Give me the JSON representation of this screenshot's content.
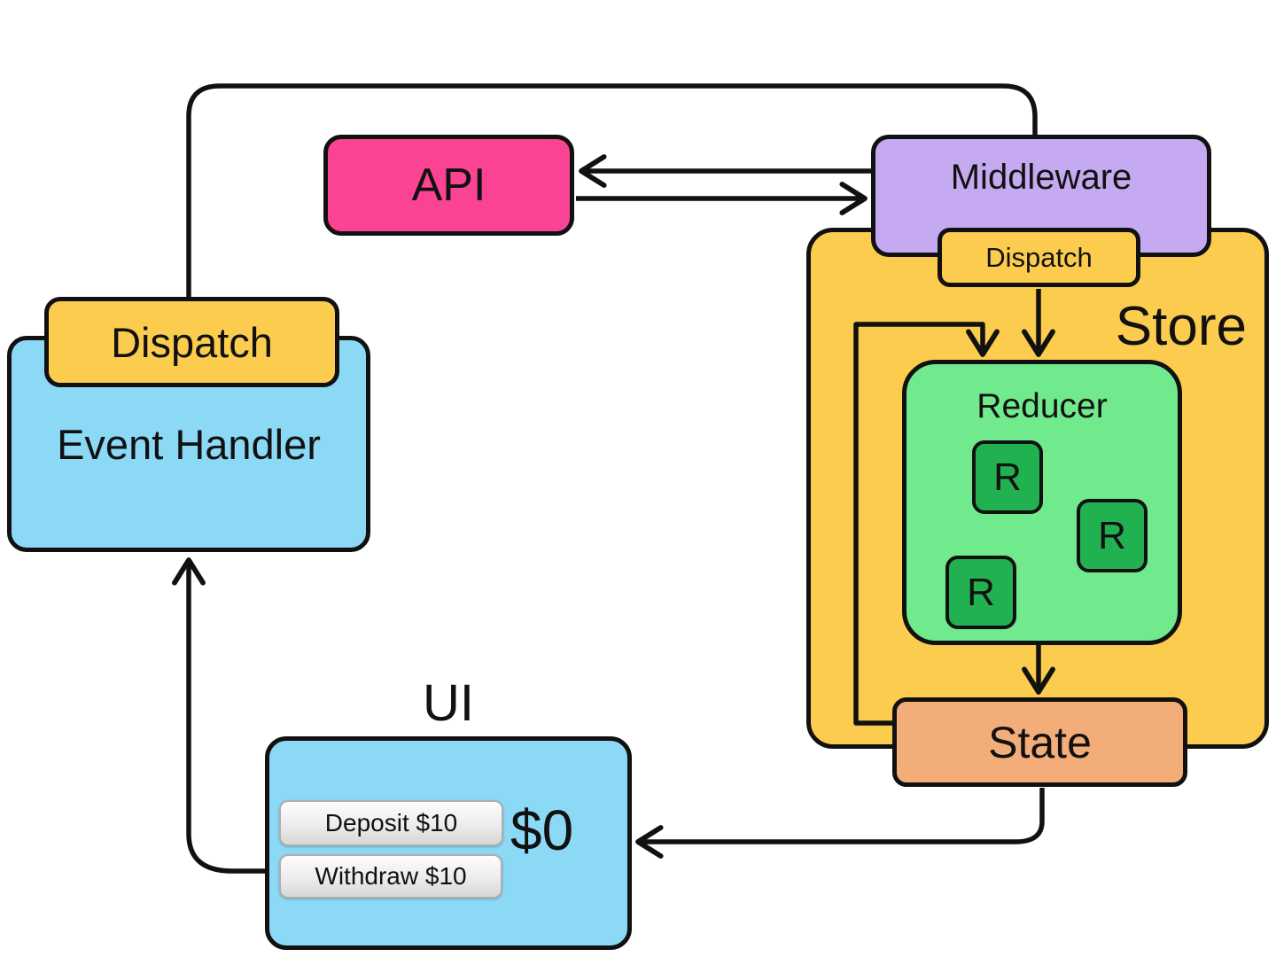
{
  "diagram": {
    "connector_color": "#111111",
    "nodes": {
      "api": {
        "label": "API",
        "color": "#fa4393"
      },
      "middleware": {
        "label": "Middleware",
        "color": "#c6aaf1"
      },
      "store": {
        "label": "Store",
        "color": "#fbcc4d"
      },
      "store_dispatch": {
        "label": "Dispatch",
        "color": "#fbcc4d"
      },
      "reducer": {
        "label": "Reducer",
        "color": "#71ea8d",
        "r_badge": "R",
        "r_badge_color": "#21b150"
      },
      "state": {
        "label": "State",
        "color": "#f2ad79"
      },
      "event_handler": {
        "label": "Event Handler",
        "color": "#8bd9f5"
      },
      "event_dispatch": {
        "label": "Dispatch",
        "color": "#fbcc4d"
      },
      "ui": {
        "label": "UI",
        "color": "#8bd9f5",
        "balance": "$0",
        "buttons": [
          {
            "label": "Deposit $10"
          },
          {
            "label": "Withdraw $10"
          }
        ]
      }
    }
  }
}
